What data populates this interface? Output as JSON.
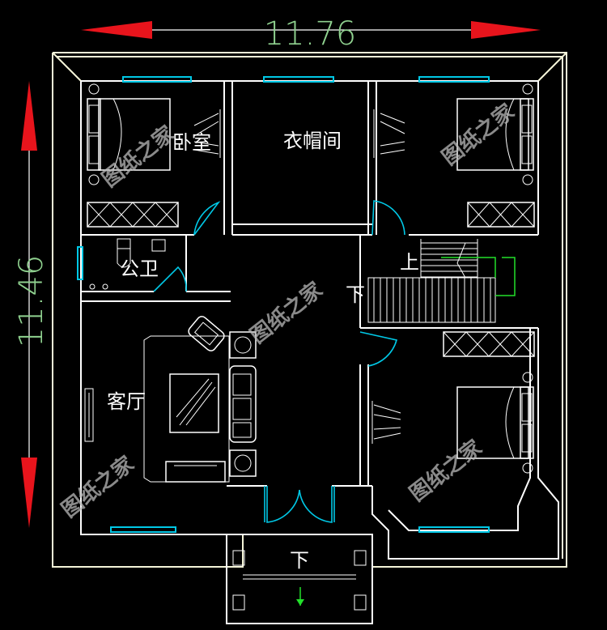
{
  "dimensions": {
    "width_label": "11.76",
    "height_label": "11.46"
  },
  "rooms": {
    "bedroom_label": "卧室",
    "cloakroom_label": "衣帽间",
    "bathroom_label": "公卫",
    "living_label": "客厅"
  },
  "stairs": {
    "up_label": "上",
    "down_label": "下",
    "entrance_down_label": "下"
  },
  "watermark": "图纸之家",
  "colors": {
    "background": "#000000",
    "wall": "#ffffff",
    "window": "#00c8e6",
    "dimension_arrow": "#e8141c",
    "dimension_text": "#8fd18f",
    "stair_marker": "#22e02a"
  }
}
